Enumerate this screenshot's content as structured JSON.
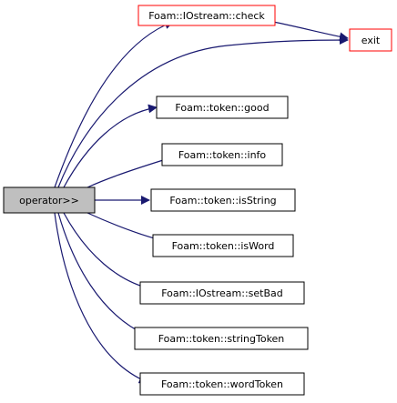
{
  "graph": {
    "colors": {
      "edge": "#191970",
      "root_fill": "#bfbfbf",
      "root_stroke": "#000000",
      "normal_stroke": "#000000",
      "highlight_stroke": "#ff0000",
      "node_fill": "#ffffff"
    },
    "nodes": {
      "root": {
        "label": "operator>>"
      },
      "iostream_check": {
        "label": "Foam::IOstream::check"
      },
      "exit": {
        "label": "exit"
      },
      "token_good": {
        "label": "Foam::token::good"
      },
      "token_info": {
        "label": "Foam::token::info"
      },
      "token_isstring": {
        "label": "Foam::token::isString"
      },
      "token_isword": {
        "label": "Foam::token::isWord"
      },
      "iostream_setbad": {
        "label": "Foam::IOstream::setBad"
      },
      "token_stringtoken": {
        "label": "Foam::token::stringToken"
      },
      "token_wordtoken": {
        "label": "Foam::token::wordToken"
      }
    }
  }
}
